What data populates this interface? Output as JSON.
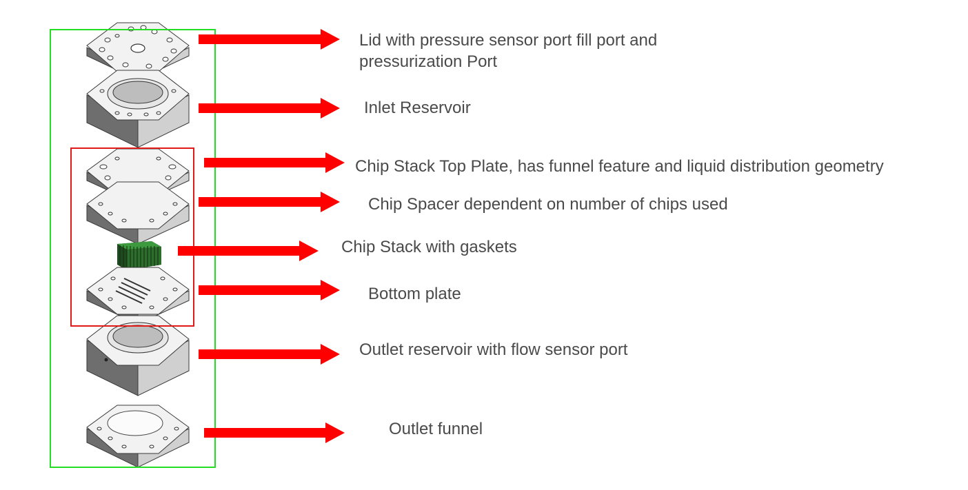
{
  "colors": {
    "assembly_outline": "#22dd22",
    "chip_group_outline": "#e01818",
    "arrow": "#ff0000",
    "label_text": "#4a4a4a",
    "part_top": "#f2f2f2",
    "part_front": "#6e6e6e",
    "part_side": "#d0d0d0",
    "chip_green": "#2f7a2f"
  },
  "components": [
    {
      "key": "lid",
      "label_lines": [
        "Lid with pressure sensor port fill port and",
        "pressurization Port"
      ]
    },
    {
      "key": "inlet-reservoir",
      "label_lines": [
        "Inlet Reservoir"
      ]
    },
    {
      "key": "chip-stack-top-plate",
      "label_lines": [
        "Chip Stack Top Plate, has funnel feature and liquid distribution geometry"
      ]
    },
    {
      "key": "chip-spacer",
      "label_lines": [
        "Chip Spacer dependent on number of chips used"
      ]
    },
    {
      "key": "chip-stack",
      "label_lines": [
        "Chip Stack with gaskets"
      ]
    },
    {
      "key": "bottom-plate",
      "label_lines": [
        "Bottom plate"
      ]
    },
    {
      "key": "outlet-reservoir",
      "label_lines": [
        "Outlet reservoir with flow sensor port"
      ]
    },
    {
      "key": "outlet-funnel",
      "label_lines": [
        "Outlet funnel"
      ]
    }
  ]
}
